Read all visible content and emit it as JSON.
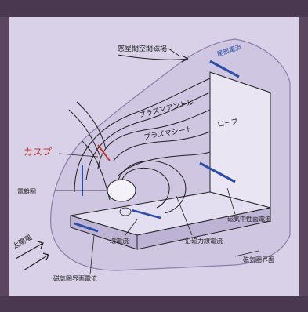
{
  "labels": {
    "interplanetary_field": "惑星間空間磁場",
    "tail_current": "尾部電流",
    "plasma_mantle": "プラズマアントル",
    "plasma_sheet": "プラズマシート",
    "lobe": "ローブ",
    "cusp": "カスプ",
    "ionosphere": "電離圏",
    "solar_wind": "太陽風",
    "ring_current": "環電流",
    "field_aligned_current": "沿磁力線電流",
    "neutral_sheet_current": "磁気中性面電流",
    "magnetopause": "磁気圏界面",
    "magnetopause_current": "磁気圏界面電流"
  },
  "colors": {
    "background": "#5b4660",
    "panel": "#d8d1e8",
    "current_blue": "#2b4fa6",
    "cusp_red": "#c4372b",
    "line": "#222222"
  }
}
